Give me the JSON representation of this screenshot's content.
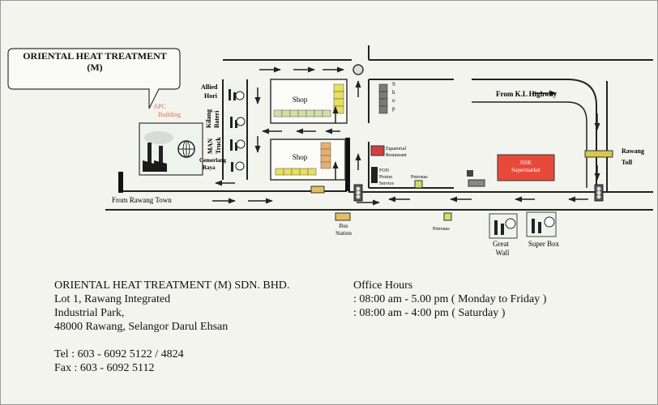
{
  "callout": {
    "line1": "ORIENTAL HEAT TREATMENT",
    "line2": "(M)"
  },
  "labels": {
    "apc_building": [
      "APC",
      "Building"
    ],
    "allied_hori": [
      "Allied",
      "Hori"
    ],
    "kilang_bateri": [
      "Kilang",
      "Bateri"
    ],
    "man_truck": [
      "MAN",
      "Truck"
    ],
    "cemerlang_raya": [
      "Cemerlang",
      "Raya"
    ],
    "shop_top": "Shop",
    "shop_bottom": "Shop",
    "shop_vertical": [
      "S",
      "h",
      "o",
      "p"
    ],
    "equatorial": [
      "Equatorial",
      "Restaurant"
    ],
    "fon_proton": [
      "FON",
      "Proton",
      "Service"
    ],
    "petronas_upper": "Petronas",
    "petronas_lower": "Petronas",
    "from_kl": "From K.L Highway",
    "rawang_toll": [
      "Rawang",
      "Toll"
    ],
    "nsk": [
      "NSK",
      "Supermarket"
    ],
    "from_rawang": "From Rawang Town",
    "bus_station": [
      "Bus",
      "Station"
    ],
    "great_wall": [
      "Great",
      "Wall"
    ],
    "super_box": "Super Box"
  },
  "company": {
    "name": "ORIENTAL HEAT TREATMENT (M) SDN. BHD.",
    "address": [
      "Lot 1, Rawang Integrated",
      "Industrial Park,",
      "48000 Rawang, Selangor Darul Ehsan"
    ],
    "tel": "Tel : 603 - 6092 5122 / 4824",
    "fax": "Fax : 603 - 6092 5112"
  },
  "office_hours": {
    "title": "Office Hours",
    "weekday": ": 08:00 am - 5.00 pm ( Monday to Friday )",
    "saturday": ": 08:00 am - 4:00 pm ( Saturday )"
  },
  "colors": {
    "background": "#f4f4ef",
    "road": "#222222",
    "shop_green": "#cfe0a8",
    "shop_yellow": "#eae05a",
    "shop_orange": "#e8b070",
    "apc_text": "#d4704a",
    "nsk_fill": "#e84a3a",
    "equatorial_fill": "#d04040"
  }
}
